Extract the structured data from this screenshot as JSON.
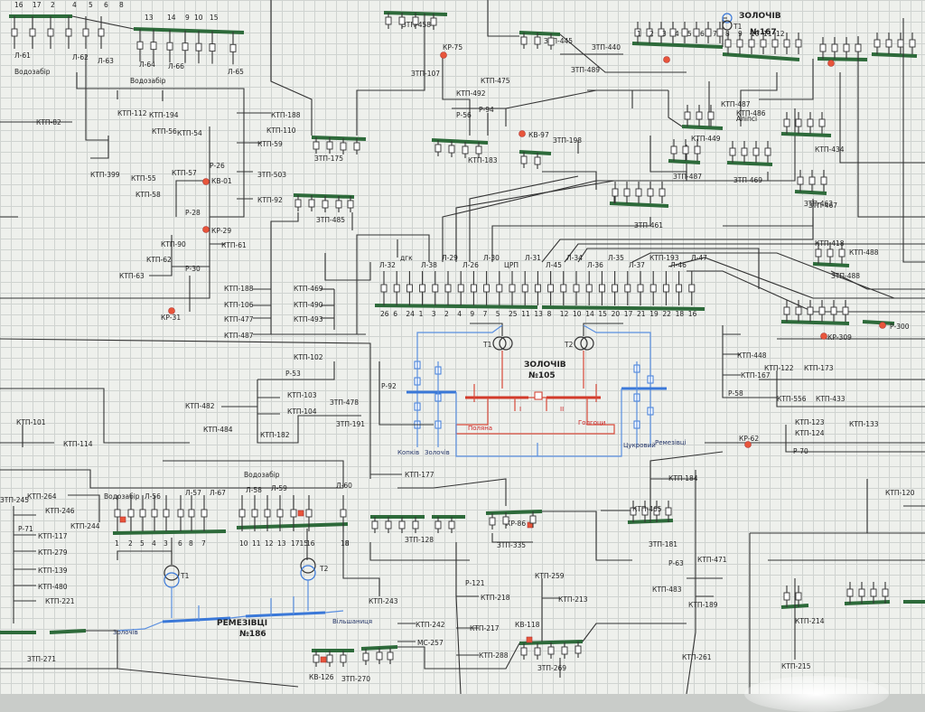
{
  "substations": [
    {
      "id": "zolochiv105",
      "name": "ЗОЛОЧІВ",
      "number": "№105"
    },
    {
      "id": "remezivtsi186",
      "name": "РЕМЕЗІВЦІ",
      "number": "№186"
    },
    {
      "id": "zolochiv167",
      "name": "ЗОЛОЧІВ",
      "number": "№167"
    }
  ],
  "top_left_feeders": [
    "Л-61",
    "Л-62",
    "Л-63",
    "Л-64",
    "Л-66",
    "Л-65"
  ],
  "top_left_numbers": [
    "16",
    "17",
    "2",
    "4",
    "5",
    "6",
    "8",
    "13",
    "14",
    "9",
    "10",
    "15"
  ],
  "vodozabir_labels": [
    "Водозабір",
    "Водозабір",
    "Водозабір",
    "Водозабір"
  ],
  "left_ktp": [
    "КТП-82",
    "КТП-112",
    "КТП-194",
    "КТП-56",
    "КТП-54",
    "КТП-399",
    "КТП-55",
    "КТП-57",
    "КТП-58",
    "КТП-90",
    "КТП-62",
    "КТП-63",
    "КР-31",
    "КР-29",
    "КВ-01",
    "Р-26",
    "Р-28",
    "Р-30",
    "КТП-61",
    "КТП-188",
    "КТП-110",
    "КТП-59",
    "ЗТП-503",
    "КТП-92"
  ],
  "top_mid": [
    "ЗТП-458",
    "КР-75",
    "ЗТП-107",
    "КТП-492",
    "КТП-475",
    "Р-56",
    "Р-94",
    "ЗТП-175",
    "КВ-97",
    "ЗТП-198",
    "КТП-183",
    "ЗТП-485",
    "ЗТП-445",
    "ЗТП-440",
    "ЗТП-489"
  ],
  "mid_ktp": [
    "КТП-188",
    "КТП-106",
    "КТП-477",
    "КТП-487",
    "КТП-469",
    "КТП-490",
    "КТП-493"
  ],
  "bus105_feeders": [
    "Л-32",
    "дгк",
    "Л-38",
    "Л-29",
    "Л-26",
    "Л-30",
    "ЦРП",
    "Л-31",
    "Л-45",
    "Л-34",
    "Л-36",
    "Л-35",
    "Л-37",
    "КТП-193",
    "Л-46",
    "Л-47"
  ],
  "bus105_cells": [
    "26",
    "6",
    "24",
    "1",
    "3",
    "2",
    "4",
    "9",
    "7",
    "5",
    "25",
    "11",
    "13",
    "8",
    "12",
    "10",
    "14",
    "15",
    "20",
    "17",
    "21",
    "19",
    "22",
    "18",
    "16"
  ],
  "zolochiv105_labels": {
    "t1": "Т1",
    "t2": "Т2",
    "bus1": "I",
    "bus2": "II",
    "left": "Поляна",
    "right": "Голгоци",
    "bottom_left": "Копків",
    "bottom_left2": "Золочів",
    "bottom_right": "Цукровий",
    "bottom_right2": "Ремезівці"
  },
  "lower_left_ktp": [
    "КТП-101",
    "КТП-114",
    "КТП-102",
    "Р-53",
    "КТП-103",
    "КТП-104",
    "КТП-482",
    "КТП-484",
    "КТП-182",
    "ЗТП-478",
    "ЗТП-191",
    "Р-92",
    "КТП-177"
  ],
  "remezivtsi_labels": {
    "t1": "Т1",
    "t2": "Т2",
    "left": "Золочів",
    "right": "Вільшаниця"
  },
  "remezivtsi_feeders": [
    "Водозабір",
    "Л-56",
    "Л-57",
    "Л-67",
    "Л-58",
    "Л-59",
    "Л-60"
  ],
  "remezivtsi_cells": [
    "1",
    "2",
    "5",
    "4",
    "3",
    "6",
    "8",
    "7",
    "10",
    "11",
    "12",
    "13",
    "1715",
    "16",
    "18",
    "II"
  ],
  "bottom_left_ktp": [
    "КТП-264",
    "КТП-246",
    "КТП-117",
    "Р-71",
    "КТП-279",
    "КТП-139",
    "КТП-480",
    "КТП-221",
    "КТП-244",
    "ЗТП-271",
    "ЗТП-245"
  ],
  "bottom_mid_ktp": [
    "ЗТП-128",
    "ЗТП-335",
    "КР-86",
    "КТП-243",
    "Р-121",
    "КТП-218",
    "КТП-217",
    "КТП-242",
    "МС-257",
    "КТП-288",
    "КВ-126",
    "ЗТП-270",
    "КТП-259",
    "КТП-213",
    "КВ-118",
    "ЗТП-269"
  ],
  "right_ktp": [
    "КТП-465",
    "КТП-184",
    "ЗТП-181",
    "Р-63",
    "КТП-471",
    "КТП-483",
    "КТП-189",
    "КТП-261",
    "КТП-214",
    "КТП-215",
    "КТП-120",
    "КР-62",
    "Р-70",
    "КТП-123",
    "КТП-124",
    "КТП-133",
    "КТП-448",
    "КТП-167",
    "КТП-122",
    "КТП-556",
    "КТП-173",
    "КТП-433",
    "Р-58",
    "Р-300",
    "КР-309",
    "ЗТП-461",
    "ЗТП-463",
    "КТП-418",
    "КТП-488",
    "ЗТП-488",
    "КТП-487",
    "КТП-486",
    "Аліпсі",
    "КТП-449",
    "ЗТП-487",
    "ЗТП-469",
    "КТП-434",
    "ЗТП-467"
  ],
  "top_right_numbers": [
    "1",
    "2",
    "3",
    "4",
    "5",
    "6",
    "7",
    "8",
    "9",
    "10",
    "11",
    "12"
  ]
}
